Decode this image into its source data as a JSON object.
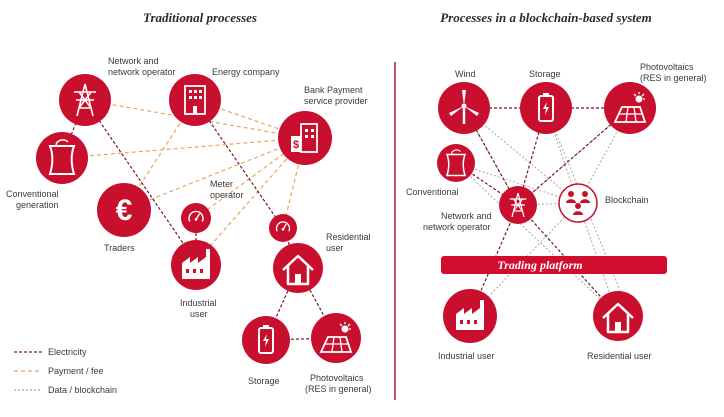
{
  "colors": {
    "node_red": "#c8102e",
    "electricity": "#7a1430",
    "payment": "#f0a35a",
    "data": "#a8a8a8",
    "divider": "#a3223a"
  },
  "left_panel": {
    "title": "Traditional processes",
    "nodes": {
      "network_operator": {
        "label1": "Network and",
        "label2": "network operator",
        "icon": "power-pylon-icon"
      },
      "energy_company": {
        "label1": "Energy company",
        "icon": "energy-building-icon"
      },
      "bank": {
        "label1": "Bank Payment",
        "label2": "service provider",
        "icon": "bank-building-icon"
      },
      "conventional": {
        "label1": "Conventional",
        "label2": "generation",
        "icon": "cooling-tower-icon"
      },
      "traders": {
        "label1": "Traders",
        "icon": "euro-icon",
        "symbol": "€"
      },
      "meter": {
        "label1": "Meter",
        "label2": "operator",
        "icon": "meter-gauge-icon"
      },
      "industrial": {
        "label1": "Industrial",
        "label2": "user",
        "icon": "factory-icon"
      },
      "res_meter": {
        "icon": "meter-gauge-icon"
      },
      "residential": {
        "label1": "Residential",
        "label2": "user",
        "icon": "house-icon"
      },
      "storage": {
        "label1": "Storage",
        "icon": "battery-icon"
      },
      "photovoltaics": {
        "label1": "Photovoltaics",
        "label2": "(RES in general)",
        "icon": "solar-panel-icon"
      }
    }
  },
  "right_panel": {
    "title": "Processes in a blockchain-based system",
    "platform_label": "Trading platform",
    "nodes": {
      "wind": {
        "label1": "Wind",
        "icon": "wind-turbine-icon"
      },
      "storage": {
        "label1": "Storage",
        "icon": "battery-icon"
      },
      "photovoltaics": {
        "label1": "Photovoltaics",
        "label2": "(RES in general)",
        "icon": "solar-panel-icon"
      },
      "conventional": {
        "label1": "Conventional",
        "icon": "cooling-tower-icon"
      },
      "network": {
        "label1": "Network and",
        "label2": "network operator",
        "icon": "power-pylon-icon"
      },
      "blockchain": {
        "label1": "Blockchain",
        "icon": "blockchain-people-icon"
      },
      "industrial": {
        "label1": "Industrial user",
        "icon": "factory-icon"
      },
      "residential": {
        "label1": "Residential user",
        "icon": "house-icon"
      }
    }
  },
  "legend": [
    {
      "label": "Electricity",
      "style": "electricity"
    },
    {
      "label": "Payment / fee",
      "style": "payment"
    },
    {
      "label": "Data / blockchain",
      "style": "data"
    }
  ]
}
